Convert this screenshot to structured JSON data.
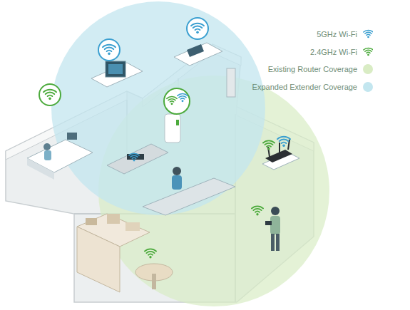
{
  "diagram": {
    "legend": [
      {
        "text": "5GHz Wi-Fi"
      },
      {
        "text": "2.4GHz Wi-Fi"
      },
      {
        "text": "Existing Router Coverage",
        "color": "#d9ecc4"
      },
      {
        "text": "Expanded Extender Coverage",
        "color": "#c3e6ef"
      }
    ]
  }
}
